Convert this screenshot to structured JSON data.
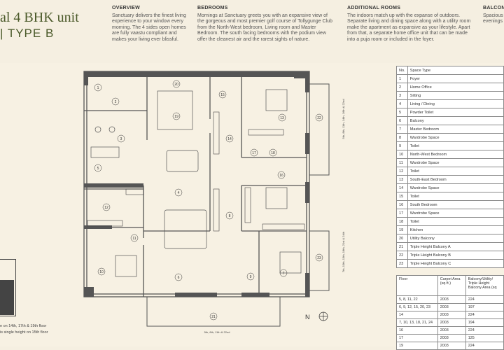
{
  "header": {
    "title": "al 4 BHK unit",
    "subtitle": "| TYPE B"
  },
  "sections": [
    {
      "key": "overview",
      "heading": "OVERVIEW",
      "body": "Sanctuary delivers the finest living experience to your window every morning. The 4 sides open homes are fully vaastu compliant and makes your living ever blissful."
    },
    {
      "key": "bedrooms",
      "heading": "BEDROOMS",
      "body": "Mornings at Sanctuary greets you with an expansive view of the gorgeous and most premier golf course of Tollygunge Club from the North-West bedroom, Living room and Master Bedroom. The south facing bedrooms with the podium view offer the cleanest air and the rarest sights of nature."
    },
    {
      "key": "additional",
      "heading": "ADDITIONAL ROOMS",
      "body": "The indoors match up with the expanse of outdoors. Separate living and dining space along with a utility room make the apartment as expansive as your lifestyle. Apart from that, a separate home office unit that can be made into a puja room or included in the foyer."
    },
    {
      "key": "balcony",
      "heading": "BALCON",
      "body": "Spacious evenings"
    }
  ],
  "space_table": {
    "headers": [
      "No.",
      "Space Type"
    ],
    "rows": [
      [
        "1",
        "Foyer"
      ],
      [
        "2",
        "Home Office"
      ],
      [
        "3",
        "Sitting"
      ],
      [
        "4",
        "Living / Dining"
      ],
      [
        "5",
        "Powder Toilet"
      ],
      [
        "6",
        "Balcony"
      ],
      [
        "7",
        "Master Bedroom"
      ],
      [
        "8",
        "Wardrobe Space"
      ],
      [
        "9",
        "Toilet"
      ],
      [
        "10",
        "North-West Bedroom"
      ],
      [
        "11",
        "Wardrobe Space"
      ],
      [
        "12",
        "Toilet"
      ],
      [
        "13",
        "South-East Bedroom"
      ],
      [
        "14",
        "Wardrobe Space"
      ],
      [
        "15",
        "Toilet"
      ],
      [
        "16",
        "South Bedroom"
      ],
      [
        "17",
        "Wardrobe Space"
      ],
      [
        "18",
        "Toilet"
      ],
      [
        "19",
        "Kitchen"
      ],
      [
        "20",
        "Utility Balcony"
      ],
      [
        "21",
        "Triple Height Balcony A"
      ],
      [
        "22",
        "Triple Height Balcony B"
      ],
      [
        "23",
        "Triple Height Balcony C"
      ]
    ]
  },
  "area_table": {
    "headers": [
      "Floor",
      "Carpet Area (sq.ft.)",
      "Balcony/Utility/ Triple Height Balcony Area (sq"
    ],
    "rows": [
      [
        "5, 8, 11, 22",
        "2003",
        "224"
      ],
      [
        "6, 9, 12, 15, 20, 23",
        "2003",
        "197"
      ],
      [
        "14",
        "2003",
        "224"
      ],
      [
        "7, 10, 13, 18, 21, 24",
        "2003",
        "194"
      ],
      [
        "16",
        "2003",
        "224"
      ],
      [
        "17",
        "2003",
        "125"
      ],
      [
        "19",
        "2003",
        "224"
      ]
    ]
  },
  "plan": {
    "room_numbers": [
      "1",
      "2",
      "3",
      "4",
      "5",
      "6",
      "7",
      "8",
      "9",
      "10",
      "11",
      "12",
      "13",
      "14",
      "15",
      "16",
      "17",
      "18",
      "19",
      "20",
      "21",
      "22",
      "23"
    ],
    "balcony_notes": {
      "b22": "5th, 8th, 11th, 14th, 16th & 22nd",
      "b23": "7th, 10th, 13th, 18th, 21st & 24th",
      "b21": "5th, 8th, 11th & 22nd"
    },
    "north": "N"
  },
  "notes": {
    "line1": "e on 14th, 17th & 19th floor",
    "line2": "is single height on 15th floor"
  },
  "colors": {
    "accent": "#4b5a2a",
    "wall": "#555555",
    "floor": "#f7f1e3"
  }
}
